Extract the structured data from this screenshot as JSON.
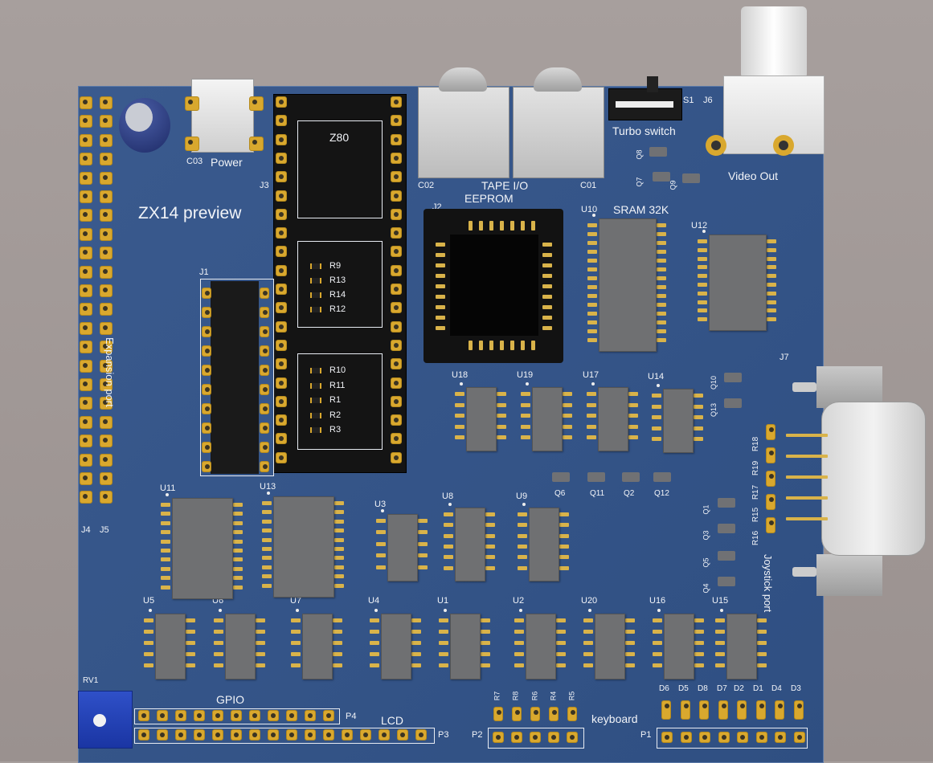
{
  "board": {
    "title": "ZX14 preview",
    "labels": {
      "power": "Power",
      "c03": "C03",
      "z80": "Z80",
      "j3": "J3",
      "j1": "J1",
      "j2": "J2",
      "eeprom": "EEPROM",
      "tape": "TAPE I/O",
      "c02": "C02",
      "c01": "C01",
      "turbo": "Turbo switch",
      "s1": "S1",
      "j6": "J6",
      "video_out": "Video Out",
      "q8": "Q8",
      "q7": "Q7",
      "q9": "Q9",
      "u10": "U10",
      "sram": "SRAM 32K",
      "u12": "U12",
      "j7": "J7",
      "joystick": "Joystick port",
      "expansion": "Expansion port",
      "j4": "J4",
      "j5": "J5",
      "u18": "U18",
      "u19": "U19",
      "u17": "U17",
      "u14": "U14",
      "q10": "Q10",
      "q13": "Q13",
      "q6": "Q6",
      "q11": "Q11",
      "q2": "Q2",
      "q12": "Q12",
      "u11": "U11",
      "u13": "U13",
      "u3": "U3",
      "u8": "U8",
      "u9": "U9",
      "u5": "U5",
      "u6": "U6",
      "u7": "U7",
      "u4": "U4",
      "u1": "U1",
      "u2": "U2",
      "u20": "U20",
      "u16": "U16",
      "u15": "U15",
      "q1": "Q1",
      "q3": "Q3",
      "q5": "Q5",
      "q4": "Q4",
      "r18": "R18",
      "r19": "R19",
      "r17": "R17",
      "r15": "R15",
      "r16": "R16",
      "rv1": "RV1",
      "gpio": "GPIO",
      "p4": "P4",
      "lcd": "LCD",
      "p3": "P3",
      "p2": "P2",
      "keyboard": "keyboard",
      "p1": "P1",
      "r7": "R7",
      "r8": "R8",
      "r6": "R6",
      "r4": "R4",
      "r5": "R5",
      "d6": "D6",
      "d5": "D5",
      "d8": "D8",
      "d7": "D7",
      "d2": "D2",
      "d1": "D1",
      "d4": "D4",
      "d3": "D3"
    },
    "res_group1": [
      "R9",
      "R13",
      "R14",
      "R12"
    ],
    "res_group2": [
      "R10",
      "R11",
      "R1",
      "R2",
      "R3"
    ]
  }
}
